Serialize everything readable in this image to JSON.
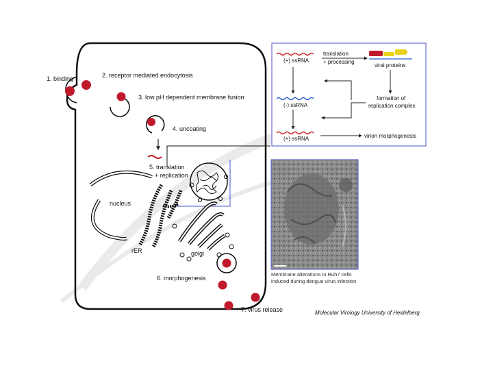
{
  "cell_steps": {
    "binding": "1. binding",
    "endocytosis": "2. receptor mediated endocytosis",
    "fusion": "3. low pH dependent membrane fusion",
    "uncoating": "4. uncoating",
    "translation_line1": "5. translation",
    "translation_line2": "+ replication",
    "morphogenesis": "6. morphogenesis",
    "release": "7. virus release"
  },
  "organelles": {
    "nucleus": "nucleus",
    "rer": "rER",
    "golgi": "golgi"
  },
  "replication_cycle": {
    "plus_ssrna_top": "(+) ssRNA",
    "minus_ssrna": "(-) ssRNA",
    "plus_ssrna_bottom": "(+) ssRNA",
    "translation_line1": "translation",
    "translation_line2": "+ processing",
    "viral_proteins": "viral proteins",
    "formation_line1": "formation of",
    "formation_line2": "replication complex",
    "virion_morphogenesis": "virion morphogenesis"
  },
  "micrograph": {
    "caption_line1": "Membrane alterations in Huh7 cells",
    "caption_line2": "induced during dengue virus infection"
  },
  "credit": "Molecular Virology University of Heidelberg",
  "colors": {
    "virus": "#c0192b",
    "rna_plus": "#d0202a",
    "rna_minus": "#2a5ed6",
    "box_border": "#4b52c8",
    "em_bg": "#8e8e8e",
    "protein_yellow": "#e8d21a"
  }
}
